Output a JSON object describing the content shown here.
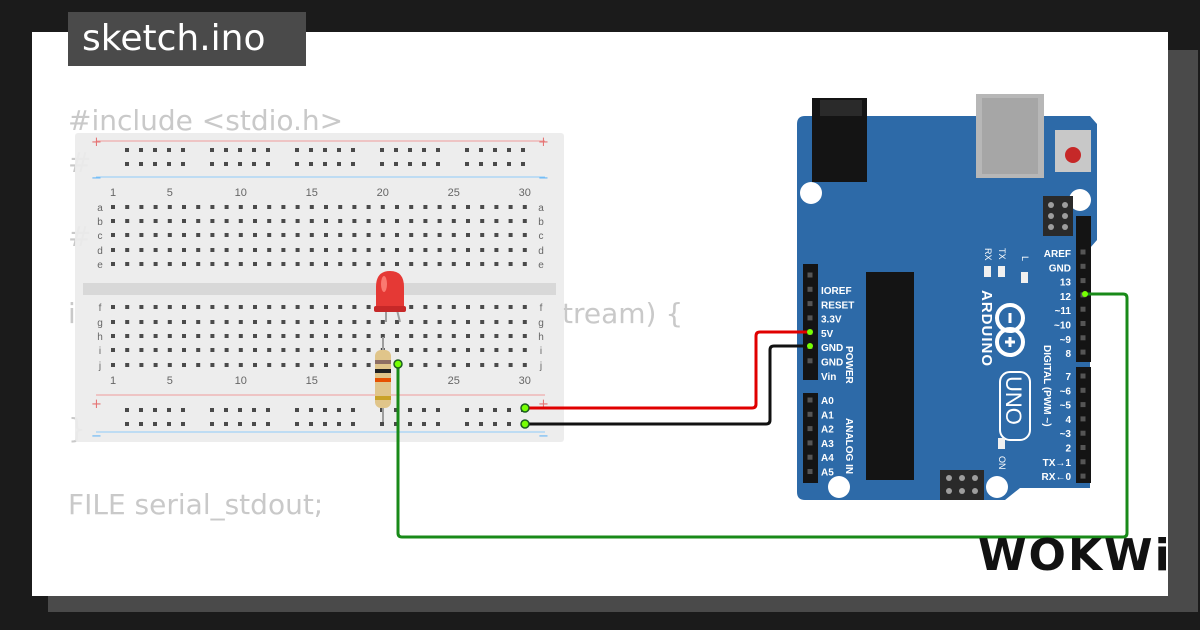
{
  "editor": {
    "filename": "sketch.ino",
    "code_lines": [
      "#include <stdio.h>",
      "#",
      "",
      "#",
      "",
      "i",
      "tream) {",
      "",
      "}",
      "",
      "FILE serial_stdout;"
    ]
  },
  "breadboard": {
    "column_numbers": [
      "1",
      "5",
      "10",
      "15",
      "20",
      "25",
      "30"
    ],
    "row_letters_top": [
      "a",
      "b",
      "c",
      "d",
      "e"
    ],
    "row_letters_bottom": [
      "f",
      "g",
      "h",
      "i",
      "j"
    ],
    "rail_plus": "+",
    "rail_minus": "−"
  },
  "arduino": {
    "brand": "ARDUINO",
    "model": "UNO",
    "power_header_title": "POWER",
    "analog_header_title": "ANALOG IN",
    "digital_header_title": "DIGITAL (PWM ~)",
    "power_pins": [
      "IOREF",
      "RESET",
      "3.3V",
      "5V",
      "GND",
      "GND",
      "Vin"
    ],
    "analog_pins": [
      "A0",
      "A1",
      "A2",
      "A3",
      "A4",
      "A5"
    ],
    "digital_pins_top": [
      "AREF",
      "GND",
      "13",
      "12",
      "~11",
      "~10",
      "~9",
      "8"
    ],
    "digital_pins_bottom": [
      "7",
      "~6",
      "~5",
      "4",
      "~3",
      "2",
      "TX→1",
      "RX←0"
    ],
    "leds": [
      "RX",
      "TX",
      "L"
    ],
    "on_label": "ON"
  },
  "colors": {
    "board": "#2d6aa8",
    "wire_5v": "#e00000",
    "wire_gnd": "#111111",
    "wire_signal": "#188a18",
    "led": "#e03030"
  },
  "branding": {
    "logo": "WOKWi"
  }
}
